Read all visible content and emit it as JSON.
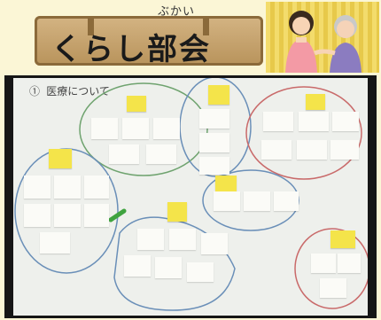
{
  "header": {
    "ruby": "ぶかい",
    "title": "くらし部会"
  },
  "photo": {
    "board_heading": "① 医療について"
  }
}
